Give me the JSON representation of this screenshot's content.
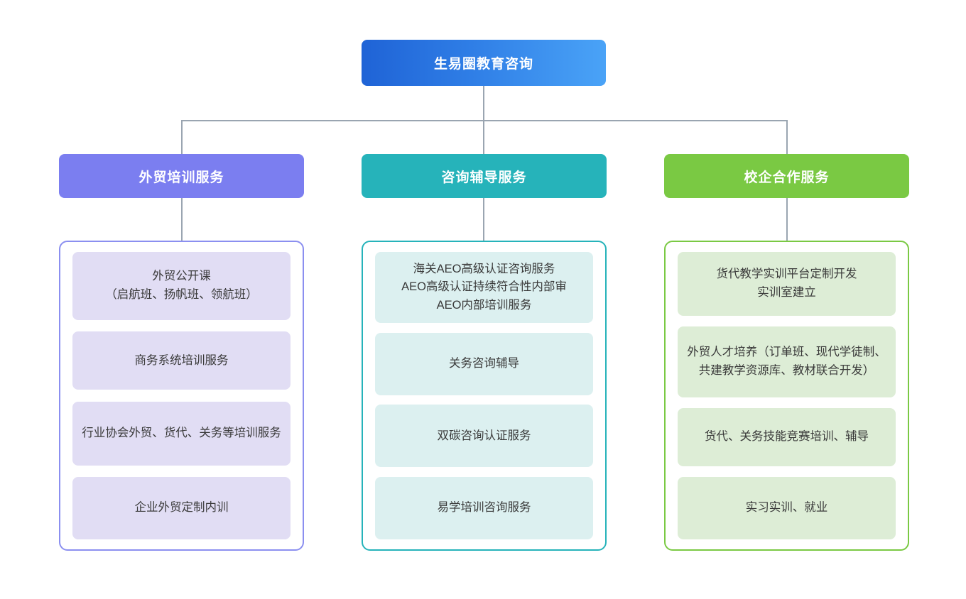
{
  "chart_data": {
    "type": "diagram",
    "title": "生易圈教育咨询",
    "layout": "organization-tree",
    "levels": 3
  },
  "root": {
    "label": "生易圈教育咨询",
    "color": "#2f7ee6"
  },
  "branches": [
    {
      "header": "外贸培训服务",
      "color": "#7b7ef0",
      "card_color": "#e1ddf4",
      "items": [
        "外贸公开课\n（启航班、扬帆班、领航班）",
        "商务系统培训服务",
        "行业协会外贸、货代、关务等培训服务",
        "企业外贸定制内训"
      ]
    },
    {
      "header": "咨询辅导服务",
      "color": "#26b3ba",
      "card_color": "#dcf0f0",
      "items": [
        "海关AEO高级认证咨询服务\nAEO高级认证持续符合性内部审\nAEO内部培训服务",
        "关务咨询辅导",
        "双碳咨询认证服务",
        "易学培训咨询服务"
      ]
    },
    {
      "header": "校企合作服务",
      "color": "#7ac943",
      "card_color": "#ddedd6",
      "items": [
        "货代教学实训平台定制开发\n实训室建立",
        "外贸人才培养（订单班、现代学徒制、共建教学资源库、教材联合开发）",
        "货代、关务技能竞赛培训、辅导",
        "实习实训、就业"
      ]
    }
  ],
  "connectors": {
    "line_color": "#9aa5b1"
  }
}
